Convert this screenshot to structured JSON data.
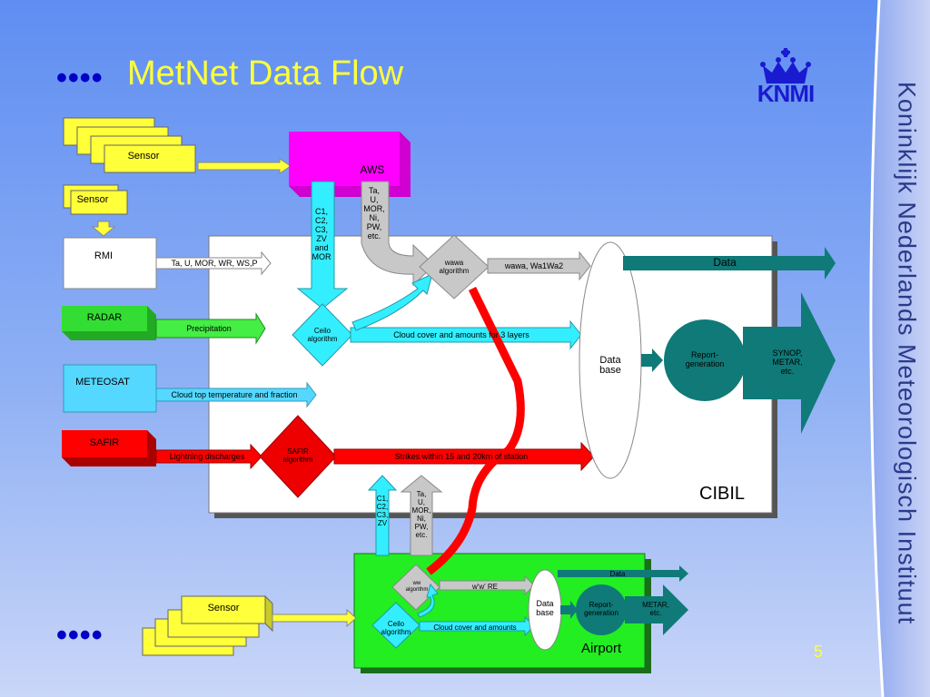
{
  "slide": {
    "title": "MetNet Data Flow",
    "bullet_top": "••••",
    "bullet_bottom": "••••",
    "logo_text": "KNMI",
    "sidebar_text": "Koninklijk Nederlands Meteorologisch Instituut",
    "page_number": "5"
  },
  "colors": {
    "title": "#ffff3a",
    "bullets": "#0000c8",
    "sensor": "#ffff3a",
    "aws": "#ff00ff",
    "radar": "#33dd33",
    "meteosat": "#55d8ff",
    "safir": "#ff0000",
    "teal": "#0f7a78",
    "airport": "#22ee22",
    "cibil_panel": "#ffffff"
  },
  "diagram": {
    "sensor_top": "Sensor",
    "sensor_small": "Sensor",
    "sensor_bottom": "Sensor",
    "aws": "AWS",
    "aws_outputs": "Ta,\nU,\nMOR,\nNi,\nPW,\netc.",
    "aws_cloud_params": "C1,\nC2,\nC3,\nZV\nand\nMOR",
    "rmi": "RMI",
    "rmi_arrow": "Ta, U, MOR, WR, WS,P",
    "radar": "RADAR",
    "radar_arrow": "Precipitation",
    "meteosat": "METEOSAT",
    "meteosat_arrow": "Cloud top temperature and fraction",
    "safir": "SAFIR",
    "safir_arrow": "Lightning discharges",
    "safir_algorithm": "SAFIR\nalgorithm",
    "strikes_arrow": "Strikes within 15 and 20km of station",
    "wawa_algorithm": "wawa\nalgorithm",
    "wawa_arrow": "wawa, Wa1Wa2",
    "ceilo_algorithm": "Ceilo\nalgorithm",
    "cloud_cover_arrow": "Cloud cover and amounts for 3 layers",
    "database": "Data\nbase",
    "data_out": "Data",
    "report_generation": "Report-\ngeneration",
    "synop_out": "SYNOP,\nMETAR,\netc.",
    "cibil": "CIBIL",
    "airport": {
      "label": "Airport",
      "up_cloud": "C1,\nC2,\nC3,\nZV",
      "up_params": "Ta,\nU,\nMOR,\nNi,\nPW,\netc.",
      "ww_algorithm": "ww\nalgorithm",
      "ww_arrow": "w'w' RE",
      "ceilo_algorithm": "Ceilo\nalgorithm",
      "cloud_arrow": "Cloud cover and amounts",
      "database": "Data\nbase",
      "data_out": "Data",
      "report_generation": "Report-\ngeneration",
      "metar_out": "METAR,\netc."
    }
  }
}
